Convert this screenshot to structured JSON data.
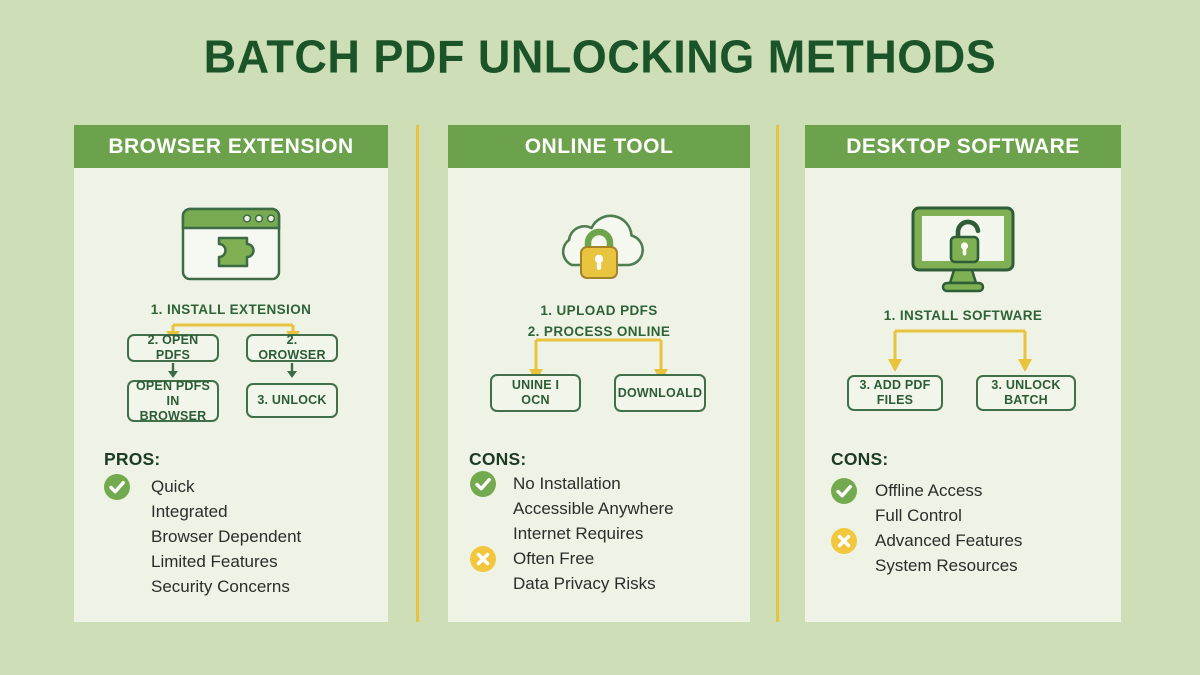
{
  "title": "BATCH PDF UNLOCKING METHODS",
  "colors": {
    "background": "#cedeb6",
    "panel": "#eef3e6",
    "header_green": "#6ca24b",
    "title_green": "#1b5429",
    "flow_green": "#2e6337",
    "arrow_yellow": "#e8c33e",
    "check_green": "#74aa4f",
    "cross_yellow": "#f2c73e"
  },
  "columns": [
    {
      "header": "BROWSER EXTENSION",
      "icon": "browser-extension-icon",
      "steps": {
        "s1": "1. INSTALL EXTENSION"
      },
      "boxes": {
        "r1c1": "2. OPEN PDFS",
        "r1c2": "2. OROWSER",
        "r2c1": "OPEN PDFS IN BROWSER",
        "r2c2": "3. UNLOCK"
      },
      "list": {
        "heading": "PROS:",
        "items": [
          {
            "marker": "check",
            "text": "Quick"
          },
          {
            "marker": "none",
            "text": "Integrated"
          },
          {
            "marker": "none",
            "text": "Browser Dependent"
          },
          {
            "marker": "none",
            "text": "Limited Features"
          },
          {
            "marker": "none",
            "text": "Security Concerns"
          }
        ]
      }
    },
    {
      "header": "ONLINE TOOL",
      "icon": "cloud-lock-icon",
      "steps": {
        "s1": "1. UPLOAD PDFS",
        "s2": "2. PROCESS ONLINE"
      },
      "boxes": {
        "r1c1": "UNINE I OCN",
        "r1c2": "DOWNLOALD"
      },
      "list": {
        "heading": "CONS:",
        "items": [
          {
            "marker": "check",
            "text": "No Installation"
          },
          {
            "marker": "none",
            "text": "Accessible Anywhere"
          },
          {
            "marker": "none",
            "text": "Internet Requires"
          },
          {
            "marker": "cross",
            "text": "Often Free"
          },
          {
            "marker": "none",
            "text": "Data Privacy Risks"
          }
        ]
      }
    },
    {
      "header": "DESKTOP SOFTWARE",
      "icon": "monitor-unlock-icon",
      "steps": {
        "s1": "1. INSTALL SOFTWARE"
      },
      "boxes": {
        "r1c1": "3. ADD PDF FILES",
        "r1c2": "3. UNLOCK BATCH"
      },
      "list": {
        "heading": "CONS:",
        "items": [
          {
            "marker": "check",
            "text": "Offline Access"
          },
          {
            "marker": "none",
            "text": "Full Control"
          },
          {
            "marker": "cross",
            "text": "Advanced Features"
          },
          {
            "marker": "none",
            "text": "System Resources"
          }
        ]
      }
    }
  ]
}
